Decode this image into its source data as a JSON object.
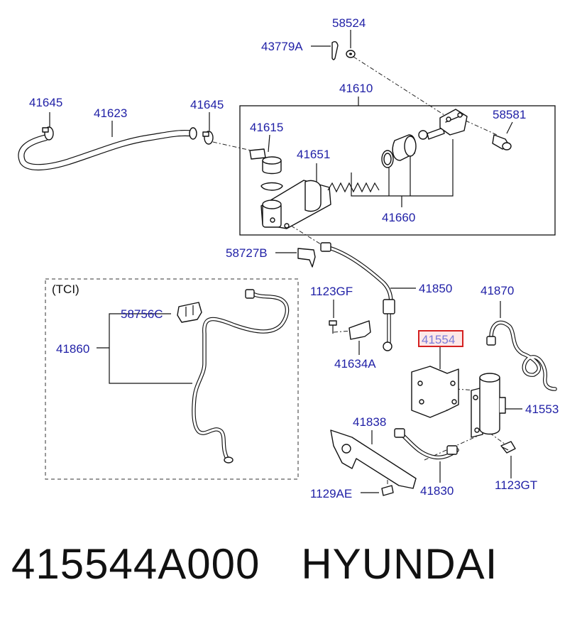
{
  "labels": {
    "p58524": "58524",
    "p43779A": "43779A",
    "p41610": "41610",
    "p41645a": "41645",
    "p41623": "41623",
    "p41645b": "41645",
    "p58581": "58581",
    "p41615": "41615",
    "p41651": "41651",
    "p41660": "41660",
    "p58727B": "58727B",
    "tci": "(TCI)",
    "p58756C": "58756C",
    "p41860": "41860",
    "p1123GF": "1123GF",
    "p41850": "41850",
    "p41870": "41870",
    "p41554": "41554",
    "p41634A": "41634A",
    "p41553": "41553",
    "p41838": "41838",
    "p1123GT": "1123GT",
    "p1129AE": "1129AE",
    "p41830": "41830"
  },
  "footer": {
    "part_number": "415544A000",
    "brand": "HYUNDAI"
  },
  "colors": {
    "label": "#1f1fa6",
    "highlight_border": "#d42020",
    "highlight_fill": "#fde8e8",
    "highlight_text": "#7a7ad8"
  }
}
